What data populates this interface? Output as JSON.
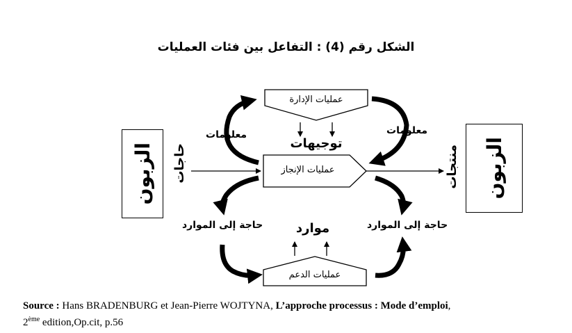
{
  "title": "الشكل رقم (4) : التفاعل بين فئات العمليات",
  "nodes": {
    "client_left": "الزبون",
    "client_right": "الزبون",
    "management": "عمليات الإدارة",
    "realization": "عمليات الإنجاز",
    "support": "عمليات الدعم"
  },
  "labels": {
    "needs": "حاجات",
    "products": "منتجات",
    "info_left": "معلومات",
    "info_right": "معلومات",
    "directives": "توجيهات",
    "resources": "موارد",
    "need_resources_left": "حاجة إلى الموارد",
    "need_resources_right": "حاجة إلى الموارد"
  },
  "source": {
    "prefix": "Source : ",
    "authors": "Hans BRADENBURG et Jean-Pierre WOJTYNA, ",
    "book": "L’approche processus : Mode d’emploi",
    "edition_num": "2",
    "edition_sup": "ème",
    "rest": " edition,Op.cit, p.56"
  }
}
